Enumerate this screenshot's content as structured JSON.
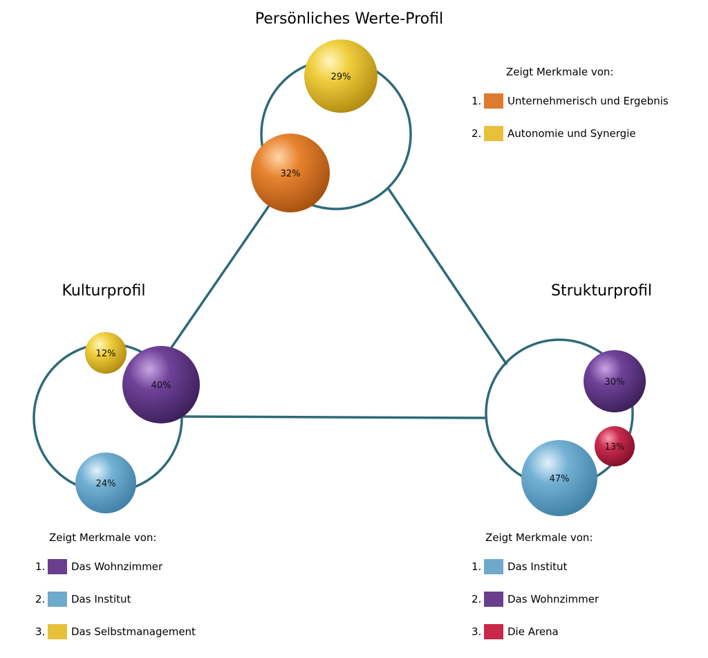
{
  "colors": {
    "orange": "#E07A2E",
    "yellow": "#E8C13A",
    "purple": "#6A3D8E",
    "blue": "#6FA9CB",
    "red": "#C8284A",
    "ring": "#2E6A78"
  },
  "profiles": {
    "personal": {
      "title": "Persönliches Werte-Profil",
      "balls": [
        {
          "label": "29%",
          "color": "yellow"
        },
        {
          "label": "32%",
          "color": "orange"
        }
      ],
      "legend": {
        "heading": "Zeigt Merkmale von:",
        "items": [
          {
            "num": "1.",
            "label": "Unternehmerisch und Ergebnis",
            "color": "orange"
          },
          {
            "num": "2.",
            "label": "Autonomie und Synergie",
            "color": "yellow"
          }
        ]
      }
    },
    "culture": {
      "title": "Kulturprofil",
      "balls": [
        {
          "label": "12%",
          "color": "yellow"
        },
        {
          "label": "40%",
          "color": "purple"
        },
        {
          "label": "24%",
          "color": "blue"
        }
      ],
      "legend": {
        "heading": "Zeigt Merkmale von:",
        "items": [
          {
            "num": "1.",
            "label": "Das Wohnzimmer",
            "color": "purple"
          },
          {
            "num": "2.",
            "label": "Das Institut",
            "color": "blue"
          },
          {
            "num": "3.",
            "label": "Das Selbstmanagement",
            "color": "yellow"
          }
        ]
      }
    },
    "structure": {
      "title": "Strukturprofil",
      "balls": [
        {
          "label": "30%",
          "color": "purple"
        },
        {
          "label": "13%",
          "color": "red"
        },
        {
          "label": "47%",
          "color": "blue"
        }
      ],
      "legend": {
        "heading": "Zeigt Merkmale von:",
        "items": [
          {
            "num": "1.",
            "label": "Das Institut",
            "color": "blue"
          },
          {
            "num": "2.",
            "label": "Das Wohnzimmer",
            "color": "purple"
          },
          {
            "num": "3.",
            "label": "Die Arena",
            "color": "red"
          }
        ]
      }
    }
  }
}
